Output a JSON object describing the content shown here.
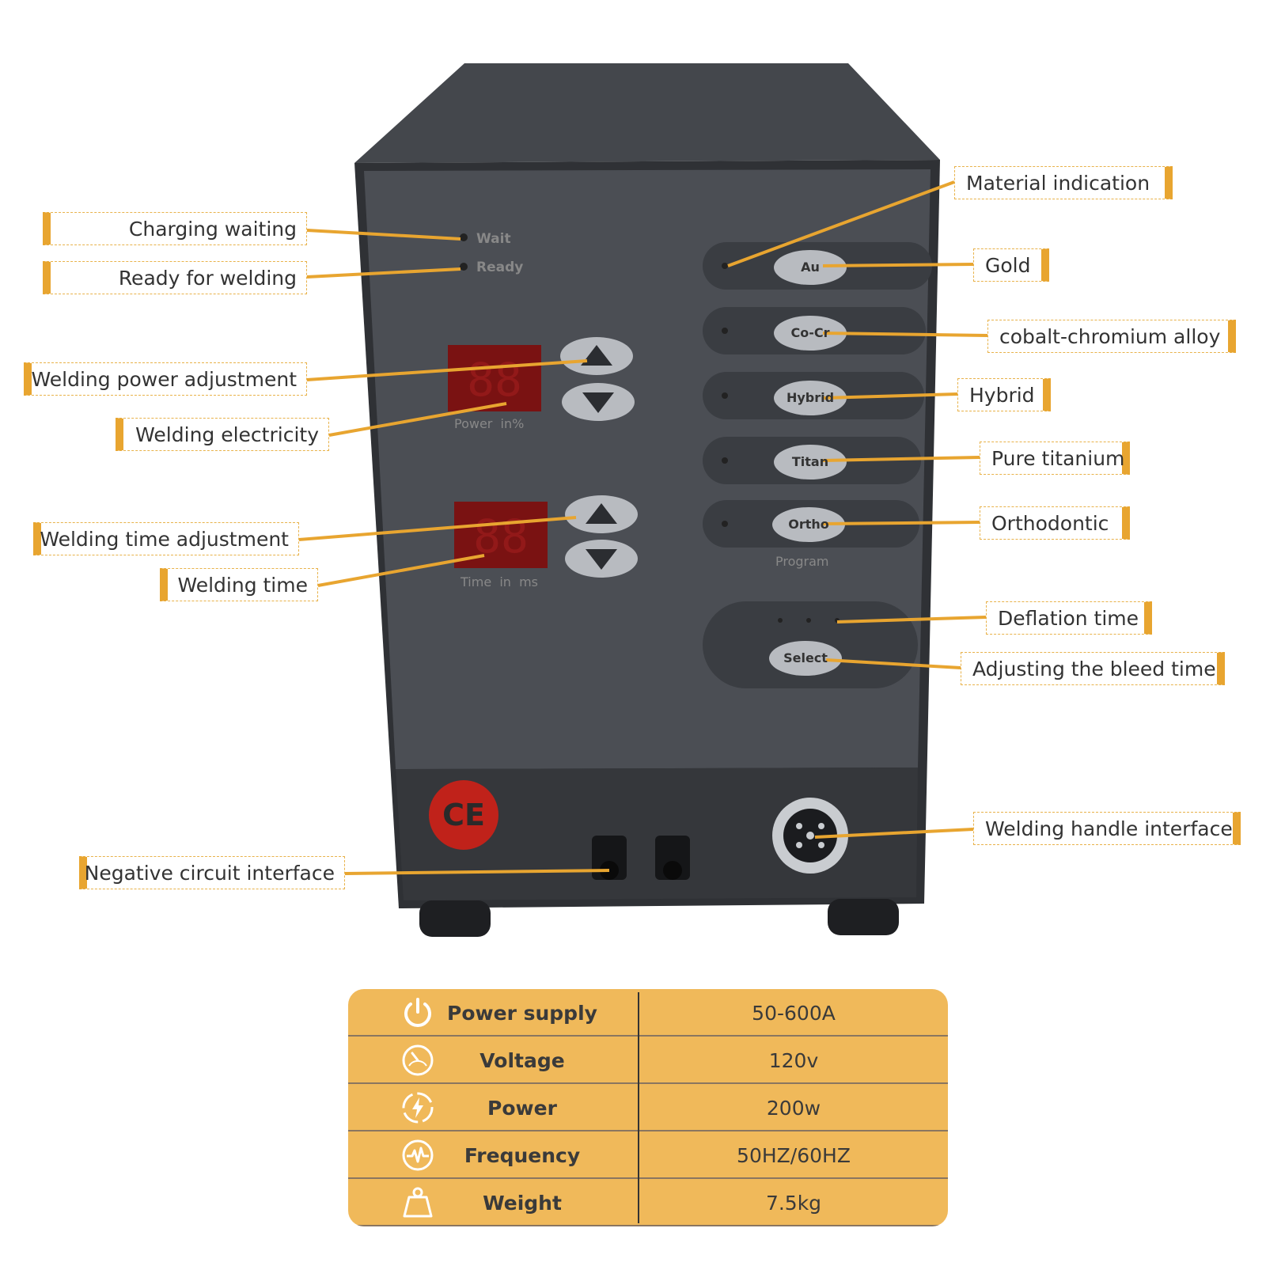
{
  "device": {
    "panel_labels": {
      "wait": "Wait",
      "ready": "Ready",
      "power_caption": "Power  in%",
      "time_caption": "Time  in  ms",
      "program_caption": "Program"
    },
    "material_buttons": [
      "Au",
      "Co-Cr",
      "Hybrid",
      "Titan",
      "Ortho"
    ],
    "select_button": "Select",
    "ce_mark": "CE"
  },
  "callouts": {
    "left": [
      "Charging waiting",
      "Ready for welding",
      "Welding power adjustment",
      "Welding electricity",
      "Welding time adjustment",
      "Welding time",
      "Negative circuit interface"
    ],
    "right": [
      "Material indication",
      "Gold",
      "cobalt-chromium alloy",
      "Hybrid",
      "Pure titanium",
      "Orthodontic",
      "Deflation time",
      "Adjusting the bleed time",
      "Welding handle interface"
    ]
  },
  "specs": [
    {
      "label": "Power supply",
      "value": "50-600A",
      "icon": "power-icon"
    },
    {
      "label": "Voltage",
      "value": "120v",
      "icon": "gauge-icon"
    },
    {
      "label": "Power",
      "value": "200w",
      "icon": "lightning-icon"
    },
    {
      "label": "Frequency",
      "value": "50HZ/60HZ",
      "icon": "pulse-icon"
    },
    {
      "label": "Weight",
      "value": "7.5kg",
      "icon": "kg-weight-icon"
    }
  ],
  "colors": {
    "accent": "#e8a530",
    "table_bg": "#f0b95a",
    "device_body": "#3d4045",
    "device_panel": "#4b4e54",
    "display_red": "#8b1414",
    "ce_red": "#c0221a"
  }
}
